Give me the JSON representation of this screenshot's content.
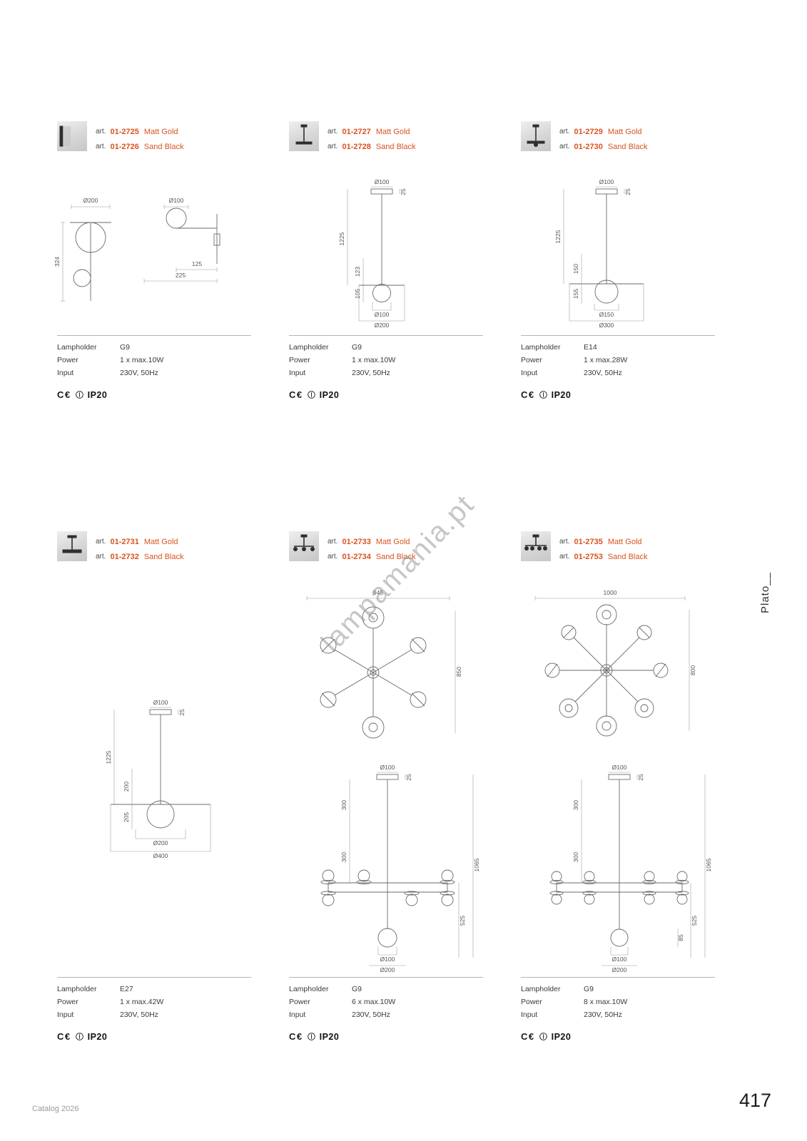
{
  "page": {
    "footer_left": "Catalog 2026",
    "page_number": "417",
    "side_label": "Plato__",
    "watermark": "lampamania.pt"
  },
  "labels": {
    "art": "art.",
    "lampholder": "Lampholder",
    "power": "Power",
    "input": "Input",
    "ce": "C€",
    "ip": "IP20"
  },
  "colors": {
    "accent": "#D9531F"
  },
  "products": [
    {
      "variants": [
        {
          "code": "01-2725",
          "finish": "Matt Gold"
        },
        {
          "code": "01-2726",
          "finish": "Sand Black"
        }
      ],
      "specs": {
        "lampholder": "G9",
        "power": "1 x max.10W",
        "input": "230V, 50Hz"
      },
      "dims": [
        "Ø200",
        "324",
        "Ø100",
        "125",
        "225"
      ]
    },
    {
      "variants": [
        {
          "code": "01-2727",
          "finish": "Matt Gold"
        },
        {
          "code": "01-2728",
          "finish": "Sand Black"
        }
      ],
      "specs": {
        "lampholder": "G9",
        "power": "1 x max.10W",
        "input": "230V, 50Hz"
      },
      "dims": [
        "Ø100",
        "25",
        "1225",
        "123",
        "105",
        "Ø100",
        "Ø200"
      ]
    },
    {
      "variants": [
        {
          "code": "01-2729",
          "finish": "Matt Gold"
        },
        {
          "code": "01-2730",
          "finish": "Sand Black"
        }
      ],
      "specs": {
        "lampholder": "E14",
        "power": "1 x max.28W",
        "input": "230V, 50Hz"
      },
      "dims": [
        "Ø100",
        "25",
        "1225",
        "150",
        "155",
        "Ø150",
        "Ø300"
      ]
    },
    {
      "variants": [
        {
          "code": "01-2731",
          "finish": "Matt Gold"
        },
        {
          "code": "01-2732",
          "finish": "Sand Black"
        }
      ],
      "specs": {
        "lampholder": "E27",
        "power": "1 x max.42W",
        "input": "230V, 50Hz"
      },
      "dims": [
        "Ø100",
        "25",
        "1225",
        "200",
        "205",
        "Ø200",
        "Ø400"
      ]
    },
    {
      "variants": [
        {
          "code": "01-2733",
          "finish": "Matt Gold"
        },
        {
          "code": "01-2734",
          "finish": "Sand Black"
        }
      ],
      "specs": {
        "lampholder": "G9",
        "power": "6 x max.10W",
        "input": "230V, 50Hz"
      },
      "dims_top": [
        "945",
        "850"
      ],
      "dims": [
        "Ø100",
        "25",
        "300",
        "300",
        "1065",
        "525",
        "Ø100",
        "Ø200"
      ]
    },
    {
      "variants": [
        {
          "code": "01-2735",
          "finish": "Matt Gold"
        },
        {
          "code": "01-2753",
          "finish": "Sand Black"
        }
      ],
      "specs": {
        "lampholder": "G9",
        "power": "8 x max.10W",
        "input": "230V, 50Hz"
      },
      "dims_top": [
        "1000",
        "800"
      ],
      "dims": [
        "Ø100",
        "25",
        "300",
        "300",
        "1065",
        "525",
        "85",
        "Ø100",
        "Ø200"
      ]
    }
  ]
}
